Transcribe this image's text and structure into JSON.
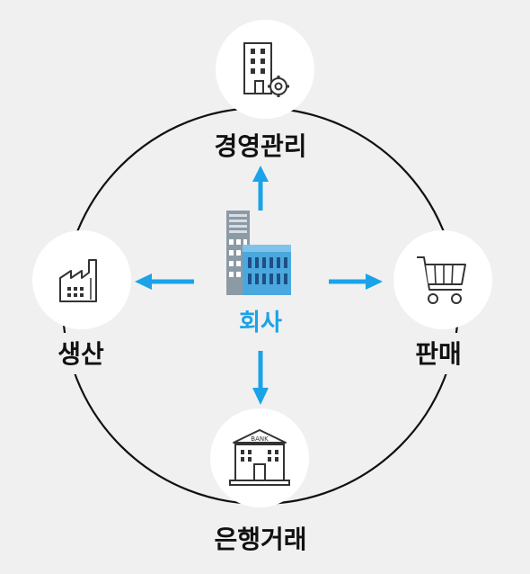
{
  "center": {
    "label": "회사",
    "icon": "company-building-icon"
  },
  "nodes": {
    "top": {
      "label": "경영관리",
      "icon": "building-gear-icon"
    },
    "left": {
      "label": "생산",
      "icon": "factory-icon"
    },
    "right": {
      "label": "판매",
      "icon": "shopping-cart-icon"
    },
    "bottom": {
      "label": "은행거래",
      "icon": "bank-icon",
      "sign_text": "BANK"
    }
  },
  "colors": {
    "background": "#f0f0f0",
    "arrow": "#1aa3e8",
    "ring": "#111111",
    "text": "#111111"
  }
}
